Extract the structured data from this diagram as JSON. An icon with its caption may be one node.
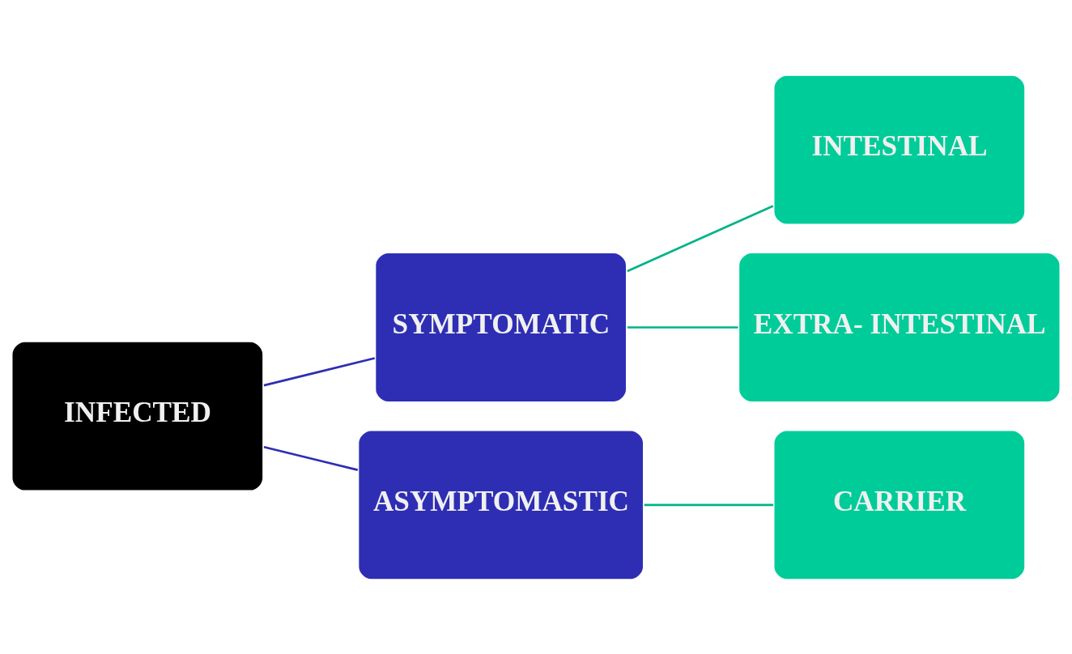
{
  "diagram": {
    "nodes": [
      {
        "text": [
          "INFECTED"
        ]
      },
      {
        "text": [
          "SYMPTOMATIC"
        ]
      },
      {
        "text": [
          "INTESTINAL"
        ]
      },
      {
        "text": [
          "EXTRA- INTESTINAL"
        ]
      },
      {
        "text": [
          "ASYMPTOMASTIC"
        ]
      },
      {
        "text": [
          "CARRIER"
        ]
      }
    ],
    "edges": [
      {
        "from": 0,
        "to": 1,
        "arrow": "none",
        "color": "#2e2eb4"
      },
      {
        "from": 0,
        "to": 4,
        "arrow": "none",
        "color": "#2e2eb4"
      },
      {
        "from": 1,
        "to": 2,
        "arrow": "none"
      },
      {
        "from": 1,
        "to": 3,
        "arrow": "none"
      },
      {
        "from": 4,
        "to": 5,
        "arrow": "none"
      }
    ]
  }
}
